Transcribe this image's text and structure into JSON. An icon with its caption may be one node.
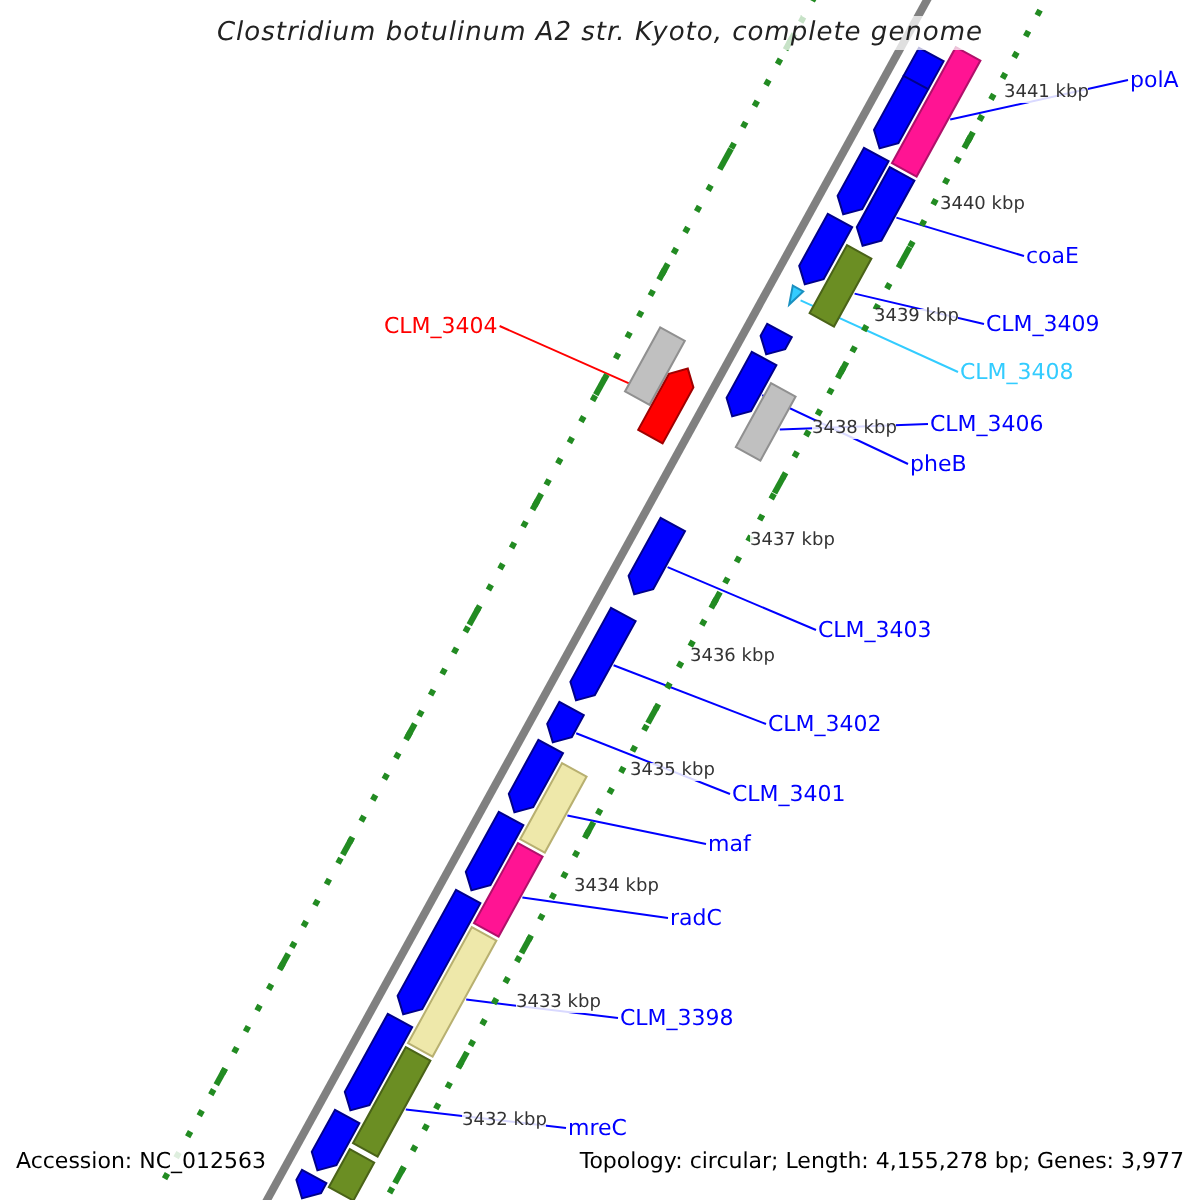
{
  "diagram": {
    "title": "Clostridium botulinum A2 str. Kyoto, complete genome",
    "nodes": [
      {
        "text": [
          "polA"
        ]
      },
      {
        "text": [
          "coaE"
        ]
      },
      {
        "text": [
          "CLM_3409"
        ]
      },
      {
        "text": [
          "CLM_3404"
        ]
      },
      {
        "text": [
          "CLM_3408"
        ]
      },
      {
        "text": [
          "CLM_3406"
        ]
      },
      {
        "text": [
          "pheB"
        ]
      },
      {
        "text": [
          "CLM_3403"
        ]
      },
      {
        "text": [
          "CLM_3402"
        ]
      },
      {
        "text": [
          "CLM_3401"
        ]
      },
      {
        "text": [
          "maf"
        ]
      },
      {
        "text": [
          "radC"
        ]
      },
      {
        "text": [
          "CLM_3398"
        ]
      },
      {
        "text": [
          "mreC"
        ]
      },
      {
        "text": [],
        "shape": "bar"
      },
      {
        "text": [],
        "shape": "arrow"
      },
      {
        "text": [],
        "shape": "bar"
      },
      {
        "text": [],
        "shape": "arrow"
      },
      {
        "text": [],
        "shape": "arrow"
      },
      {
        "text": [],
        "shape": "bar"
      },
      {
        "text": [],
        "shape": "arrow"
      },
      {
        "text": [],
        "shape": "arrow"
      },
      {
        "text": [],
        "shape": "arrow"
      },
      {
        "text": [],
        "shape": "arrow"
      },
      {
        "text": [],
        "shape": "bar"
      },
      {
        "text": [],
        "shape": "bar"
      },
      {
        "text": [],
        "shape": "bar"
      },
      {
        "text": [],
        "shape": "bar"
      },
      {
        "text": [],
        "shape": "arrow"
      },
      {
        "text": [],
        "shape": "arrow"
      },
      {
        "text": [],
        "shape": "arrow"
      },
      {
        "text": [],
        "shape": "arrow"
      },
      {
        "text": [],
        "shape": "arrow"
      },
      {
        "text": [],
        "shape": "arrow"
      },
      {
        "text": [],
        "shape": "arrow"
      },
      {
        "text": [],
        "shape": "arrow"
      },
      {
        "text": [],
        "shape": "arrow"
      },
      {
        "text": [],
        "shape": "arrow"
      },
      {
        "text": [],
        "shape": "arrow"
      },
      {
        "text": [],
        "shape": "bar"
      },
      {
        "text": [],
        "shape": "bar"
      }
    ],
    "edges": [
      {
        "from": 0,
        "to": 14,
        "arrow": "none"
      },
      {
        "from": 1,
        "to": 15,
        "arrow": "none"
      },
      {
        "from": 2,
        "to": 16,
        "arrow": "none"
      },
      {
        "from": 3,
        "to": 17,
        "arrow": "none",
        "color": "#ff0000"
      },
      {
        "from": 4,
        "to": 18,
        "arrow": "none",
        "color": "#33ccff"
      },
      {
        "from": 5,
        "to": 19,
        "arrow": "none"
      },
      {
        "from": 6,
        "to": 20,
        "arrow": "none"
      },
      {
        "from": 7,
        "to": 21,
        "arrow": "none"
      },
      {
        "from": 8,
        "to": 22,
        "arrow": "none"
      },
      {
        "from": 9,
        "to": 23,
        "arrow": "none"
      },
      {
        "from": 10,
        "to": 24,
        "arrow": "none"
      },
      {
        "from": 11,
        "to": 25,
        "arrow": "none"
      },
      {
        "from": 12,
        "to": 26,
        "arrow": "none"
      },
      {
        "from": 13,
        "to": 27,
        "arrow": "none"
      }
    ],
    "labels": [
      "3441 kbp",
      "3440 kbp",
      "3439 kbp",
      "3438 kbp",
      "3437 kbp",
      "3436 kbp",
      "3435 kbp",
      "3434 kbp",
      "3433 kbp",
      "3432 kbp",
      "Accession: NC_012563",
      "Topology: circular; Length: 4,155,278 bp; Genes: 3,977"
    ]
  }
}
